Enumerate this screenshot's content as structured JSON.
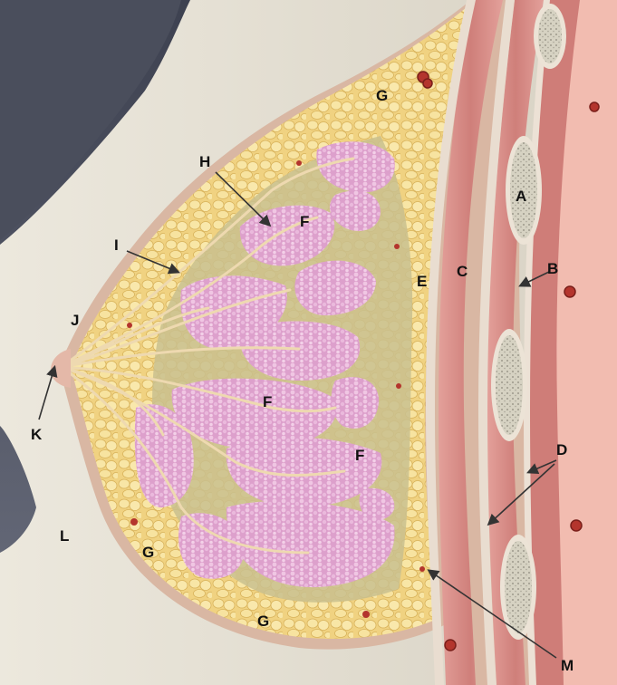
{
  "diagram": {
    "labels": {
      "A": "A",
      "B": "B",
      "C": "C",
      "D": "D",
      "E": "E",
      "F1": "F",
      "F2": "F",
      "F3": "F",
      "G1": "G",
      "G2": "G",
      "G3": "G",
      "H": "H",
      "I": "I",
      "J": "J",
      "K": "K",
      "L": "L",
      "M": "M"
    },
    "colors": {
      "background_dark": "#4a4e5c",
      "skin": "#e6e2d6",
      "skin_shadow": "#cfc9bb",
      "fat": "#f3d98c",
      "fat_lobule": "#f8e7a8",
      "gland": "#e2a9d2",
      "gland_light": "#edc3e1",
      "duct": "#eed9b0",
      "muscle": "#d88a85",
      "muscle_dark": "#c06c6a",
      "fascia": "#e9ddd0",
      "rib_bone": "#d8d4c4",
      "tissue_right": "#f2bcb0",
      "vessel": "#b4352d"
    }
  }
}
